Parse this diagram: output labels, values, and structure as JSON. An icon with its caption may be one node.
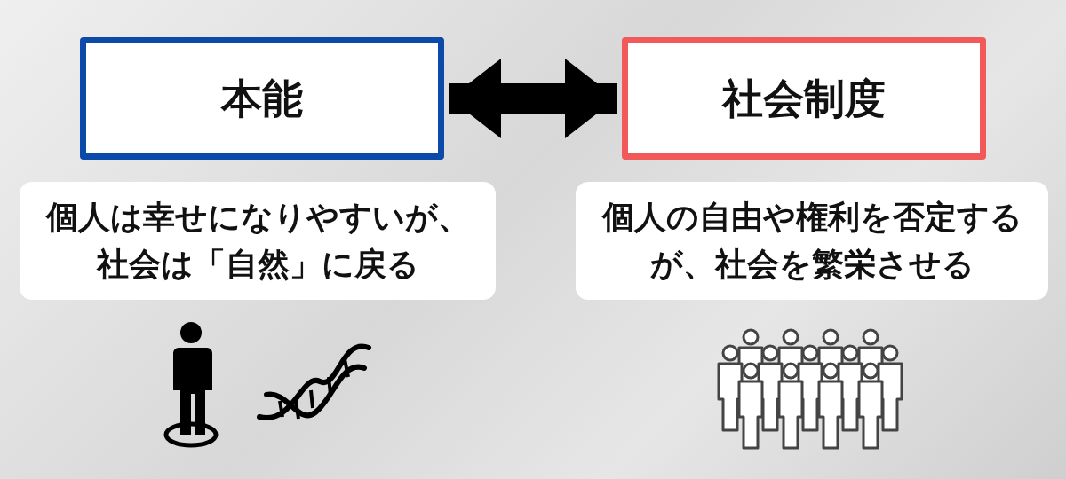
{
  "diagram": {
    "nodes": [
      {
        "text": [
          "本能"
        ]
      },
      {
        "text": [
          "社会制度"
        ]
      },
      {
        "text": [
          "個人は幸せになりやすいが、社会は「自然」に戻る"
        ]
      },
      {
        "text": [
          "個人の自由や権利を否定するが、社会を繁栄させる"
        ]
      }
    ],
    "edges": [
      {
        "from": 0,
        "to": 1,
        "arrow": "both"
      }
    ]
  }
}
